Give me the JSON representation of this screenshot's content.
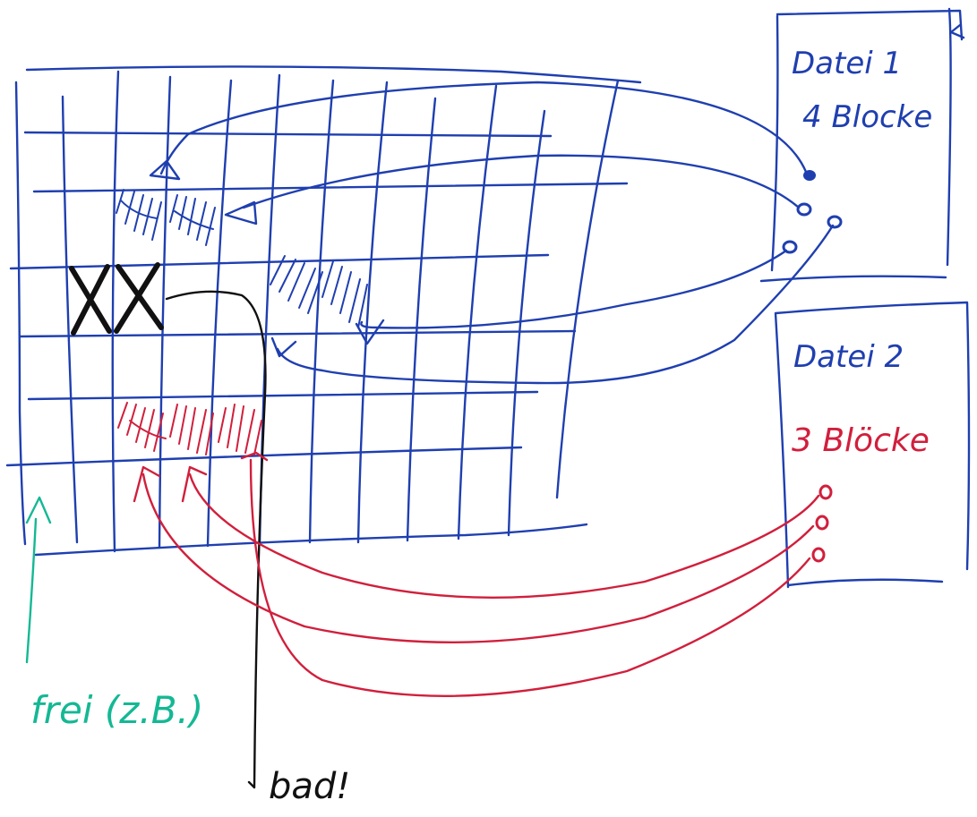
{
  "colors": {
    "blue": "#1f3fb0",
    "red": "#d11f3c",
    "black": "#111111",
    "green": "#14b894",
    "background": "#ffffff"
  },
  "file1": {
    "title": "Datei 1",
    "block_count": "4 Blocke"
  },
  "file2": {
    "title": "Datei 2",
    "block_count": "3 Blöcke"
  },
  "free_label": "frei (z.B.)",
  "bad_label": "bad!"
}
